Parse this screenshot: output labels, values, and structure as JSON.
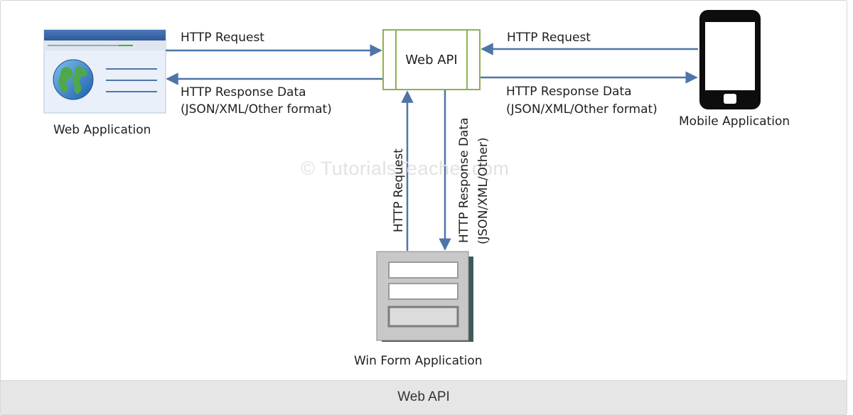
{
  "nodes": {
    "web_api": "Web API",
    "web_app": "Web Application",
    "mobile_app": "Mobile Application",
    "winform_app": "Win Form Application"
  },
  "edges": {
    "web_request": "HTTP Request",
    "web_response_1": "HTTP Response Data",
    "web_response_2": "(JSON/XML/Other format)",
    "mobile_request": "HTTP Request",
    "mobile_response_1": "HTTP Response Data",
    "mobile_response_2": "(JSON/XML/Other format)",
    "winform_request": "HTTP Request",
    "winform_response_1": "HTTP Response Data",
    "winform_response_2": "(JSON/XML/Other)"
  },
  "watermark": "© TutorialsTeacher.com",
  "caption": "Web API",
  "colors": {
    "arrow": "#4f74a8",
    "api_border": "#8db14e",
    "caption_bg": "#e6e6e6"
  },
  "icons": [
    "browser-window-icon",
    "globe-icon",
    "smartphone-icon",
    "form-window-icon"
  ]
}
